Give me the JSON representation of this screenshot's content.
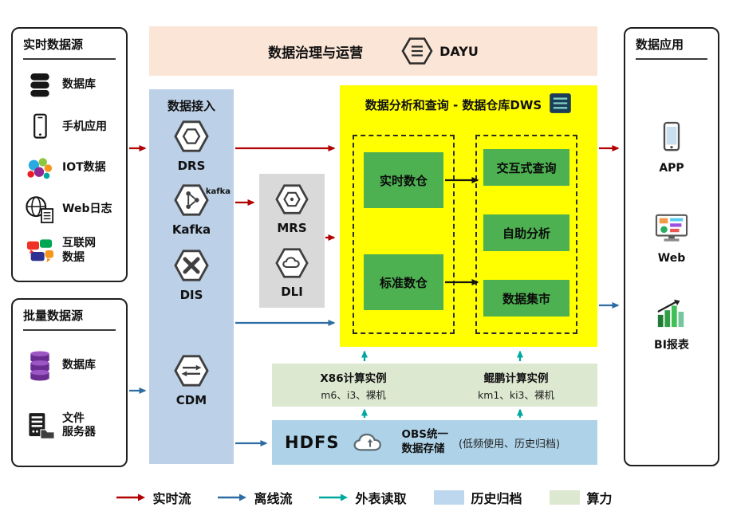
{
  "banner": {
    "title": "数据治理与运营",
    "dayu": "DAYU"
  },
  "panels": {
    "realtime": {
      "title": "实时数据源",
      "items": [
        {
          "icon": "database-icon",
          "label": "数据库"
        },
        {
          "icon": "mobile-icon",
          "label": "手机应用"
        },
        {
          "icon": "iot-icon",
          "label": "IOT数据"
        },
        {
          "icon": "weblog-globe-icon",
          "label": "Web日志"
        },
        {
          "icon": "internet-bubbles-icon",
          "label": "互联网\n数据"
        }
      ]
    },
    "batch": {
      "title": "批量数据源",
      "items": [
        {
          "icon": "database-purple-icon",
          "label": "数据库"
        },
        {
          "icon": "file-server-icon",
          "label": "文件\n服务器"
        }
      ]
    },
    "ingestion": {
      "title": "数据接入",
      "items": [
        {
          "icon": "drs-icon",
          "label": "DRS"
        },
        {
          "icon": "kafka-icon",
          "label": "Kafka",
          "badge": "kafka"
        },
        {
          "icon": "dis-icon",
          "label": "DIS"
        },
        {
          "icon": "cdm-icon",
          "label": "CDM"
        }
      ]
    },
    "middleware": {
      "items": [
        {
          "icon": "mrs-icon",
          "label": "MRS"
        },
        {
          "icon": "dli-icon",
          "label": "DLI"
        }
      ]
    },
    "dws": {
      "title": "数据分析和查询 - 数据仓库DWS",
      "warehouses": [
        "实时数仓",
        "标准数仓"
      ],
      "services": [
        "交互式查询",
        "自助分析",
        "数据集市"
      ]
    },
    "compute": {
      "x86_title": "X86计算实例",
      "x86_specs": "m6、i3、裸机",
      "kunpeng_title": "鲲鹏计算实例",
      "kunpeng_specs": "km1、ki3、裸机"
    },
    "storage": {
      "hdfs": "HDFS",
      "obs": "OBS统一\n数据存储",
      "note": "(低频使用、历史归档)"
    },
    "applications": {
      "title": "数据应用",
      "items": [
        {
          "icon": "app-phone-icon",
          "label": "APP"
        },
        {
          "icon": "web-browser-icon",
          "label": "Web"
        },
        {
          "icon": "bi-report-icon",
          "label": "BI报表"
        }
      ]
    }
  },
  "legend": {
    "items": [
      {
        "kind": "arrow",
        "color": "#b00000",
        "label": "实时流"
      },
      {
        "kind": "arrow",
        "color": "#2e6da4",
        "label": "离线流"
      },
      {
        "kind": "arrow",
        "color": "#00a89d",
        "label": "外表读取"
      },
      {
        "kind": "swatch",
        "color": "#bdd7ee",
        "label": "历史归档"
      },
      {
        "kind": "swatch",
        "color": "#dde8d0",
        "label": "算力"
      }
    ]
  },
  "colors": {
    "banner_bg": "#fbe5d6",
    "ingestion_bg": "#bcd0e8",
    "middleware_bg": "#d9d9d9",
    "dws_bg": "#ffff00",
    "green_box": "#4db051",
    "compute_bg": "#dde8d0",
    "storage_bg": "#aed3e9",
    "realtime_flow": "#b00000",
    "offline_flow": "#2e6da4",
    "external_read": "#00a89d"
  }
}
